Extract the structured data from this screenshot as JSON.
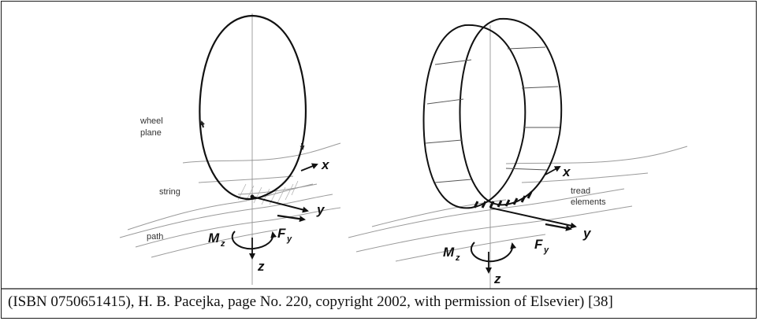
{
  "left_panel": {
    "labels": {
      "wheel": "wheel",
      "plane": "plane",
      "string": "string",
      "path": "path",
      "x": "x",
      "y": "y",
      "z": "z",
      "M": "M",
      "M_sub": "z",
      "F": "F",
      "F_sub": "y"
    }
  },
  "right_panel": {
    "labels": {
      "tread": "tread",
      "elements": "elements",
      "x": "x",
      "y": "y",
      "z": "z",
      "M": "M",
      "M_sub": "z",
      "F": "F",
      "F_sub": "y"
    }
  },
  "caption": "(ISBN 0750651415), H. B. Pacejka, page No. 220, copyright 2002, with permission of Elsevier) [38]"
}
